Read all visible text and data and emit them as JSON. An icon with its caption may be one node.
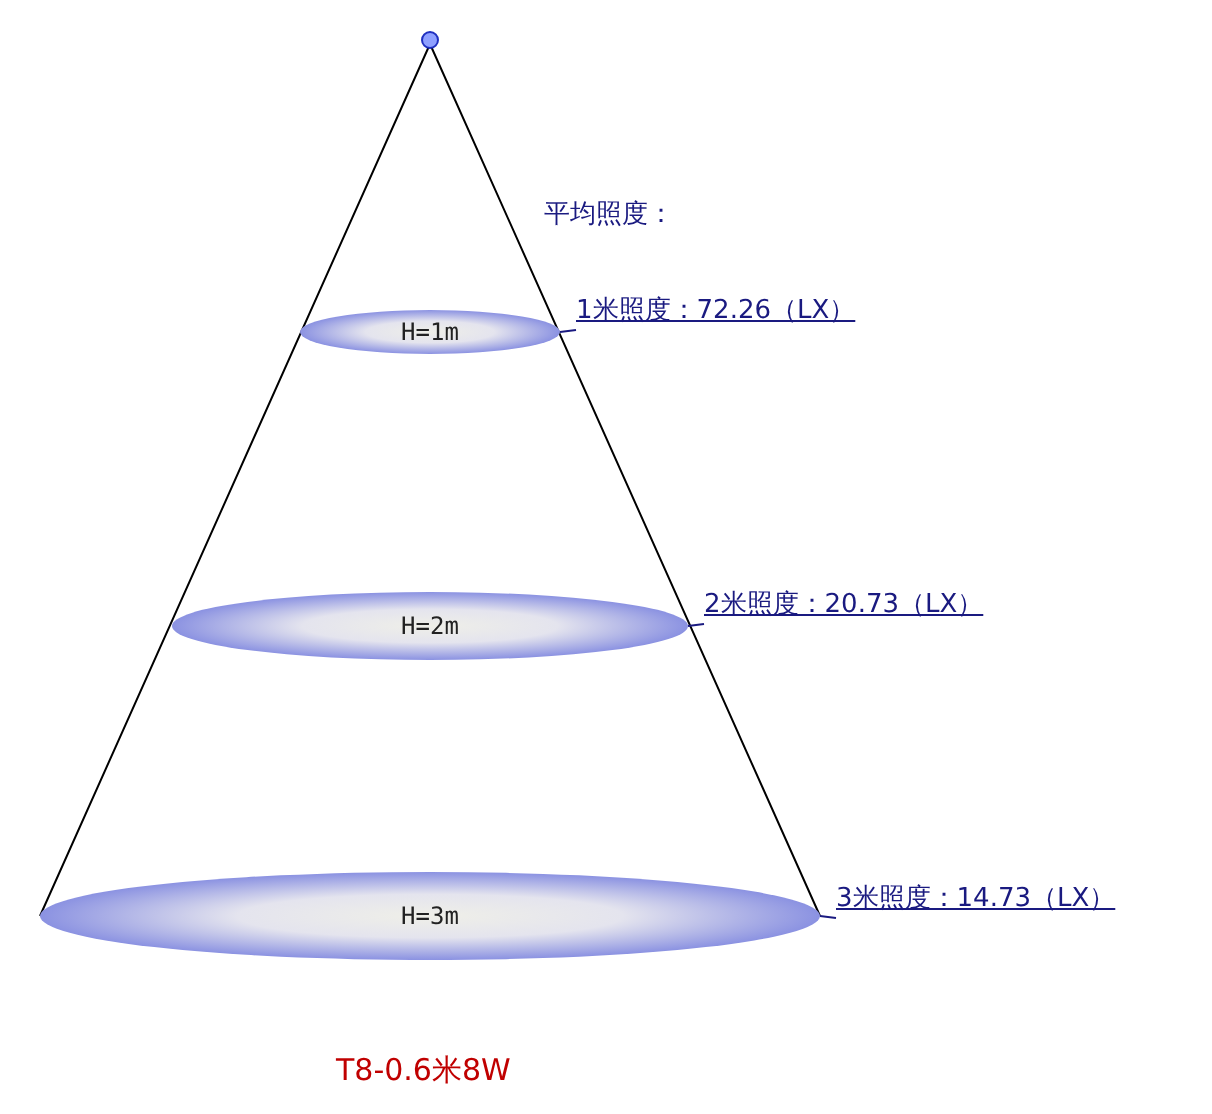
{
  "diagram": {
    "caption": "T8-0.6米8W",
    "nodes": [
      {
        "text": [
          "H=1m"
        ]
      },
      {
        "text": [
          "H=2m"
        ]
      },
      {
        "text": [
          "H=3m"
        ]
      },
      {
        "text": [
          "1米照度：72.26（LX）"
        ]
      },
      {
        "text": [
          "2米照度：20.73（LX）"
        ]
      },
      {
        "text": [
          "3米照度：14.73（LX）"
        ]
      }
    ],
    "edges": [
      {
        "from": 3,
        "to": 0,
        "arrow": "none"
      },
      {
        "from": 4,
        "to": 1,
        "arrow": "none"
      },
      {
        "from": 5,
        "to": 2,
        "arrow": "none"
      }
    ],
    "labels": [
      "平均照度："
    ]
  }
}
